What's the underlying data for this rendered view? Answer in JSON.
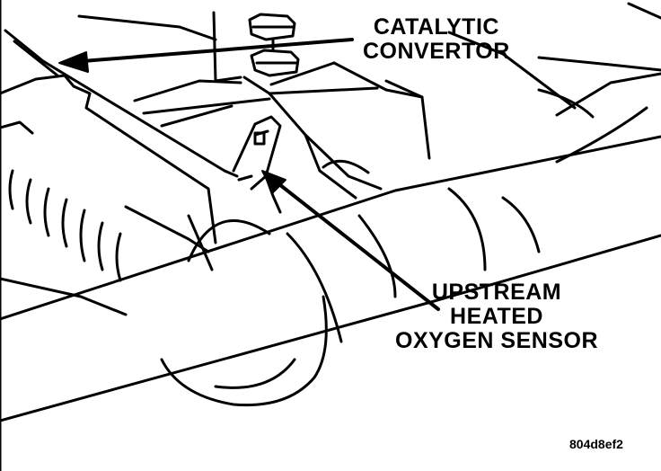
{
  "callouts": {
    "catalytic_convertor": [
      "CATALYTIC",
      "CONVERTOR"
    ],
    "upstream_sensor": [
      "UPSTREAM",
      "HEATED",
      "OXYGEN SENSOR"
    ]
  },
  "figure_id": "804d8ef2",
  "colors": {
    "ink": "#000000",
    "paper": "#ffffff"
  }
}
